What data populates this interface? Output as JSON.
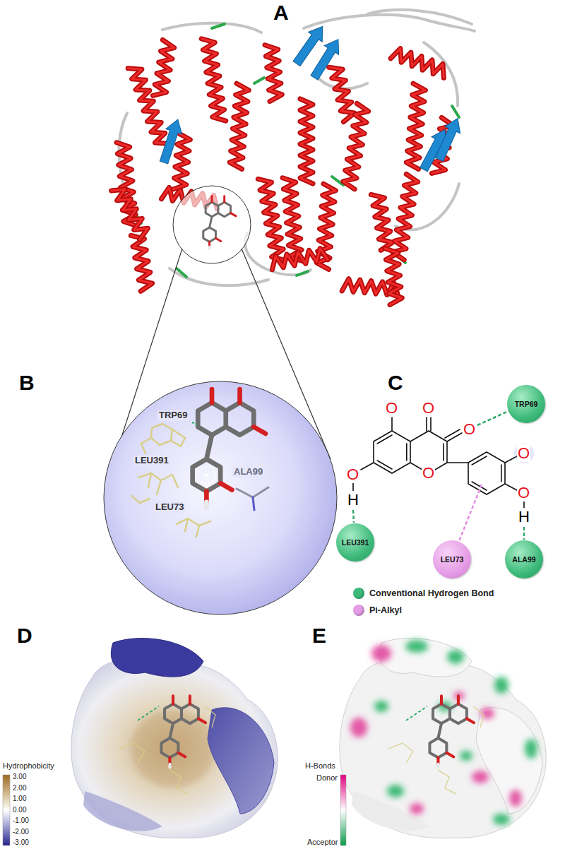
{
  "diagram": {
    "nodes": [
      {
        "text": [
          "TRP69"
        ]
      },
      {
        "text": [
          "LEU391"
        ]
      },
      {
        "text": [
          "LEU73"
        ]
      },
      {
        "text": [
          "ALA99"
        ]
      }
    ],
    "labels": [
      "A",
      "B",
      "TRP69",
      "LEU391",
      "LEU73",
      "ALA99",
      "C",
      "O",
      "O",
      "O",
      "O",
      "O",
      "H",
      "O",
      "O",
      "H",
      "D",
      "Hydrophobicity",
      "3.00",
      "2.00",
      "1.00",
      "0.00",
      "-1.00",
      "-2.00",
      "-3.00",
      "E",
      "H-Bonds",
      "Donor",
      "Acceptor"
    ],
    "legend": [
      {
        "text": "Conventional Hydrogen Bond",
        "color": "#3dba7a"
      },
      {
        "text": "Pi-Alkyl",
        "color": "#e59ce6"
      }
    ]
  }
}
